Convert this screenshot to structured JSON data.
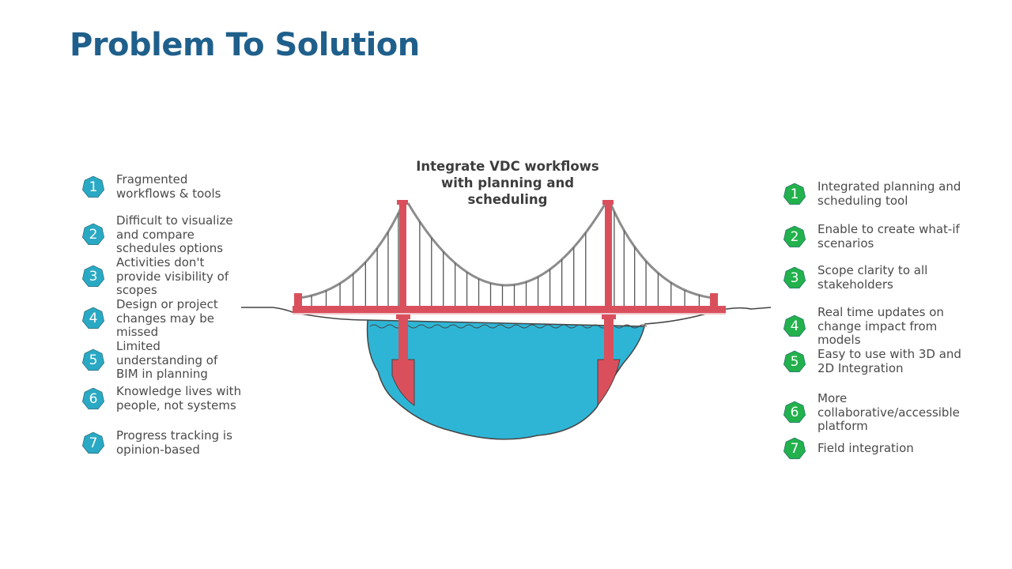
{
  "title": "Problem To Solution",
  "center_caption": [
    "Integrate VDC workflows",
    "with planning and",
    "scheduling"
  ],
  "problems": [
    {
      "number": "1",
      "text": "Fragmented workflows & tools"
    },
    {
      "number": "2",
      "text": "Difficult to visualize and compare schedules options"
    },
    {
      "number": "3",
      "text": "Activities don't provide visibility of scopes"
    },
    {
      "number": "4",
      "text": "Design or project changes may be missed"
    },
    {
      "number": "5",
      "text": "Limited understanding of BIM in planning"
    },
    {
      "number": "6",
      "text": "Knowledge lives with people, not systems"
    },
    {
      "number": "7",
      "text": "Progress tracking is opinion-based"
    }
  ],
  "solutions": [
    {
      "number": "1",
      "text": "Integrated planning and scheduling tool"
    },
    {
      "number": "2",
      "text": "Enable to create what-if scenarios"
    },
    {
      "number": "3",
      "text": "Scope clarity to all stakeholders"
    },
    {
      "number": "4",
      "text": "Real time updates on change impact from models"
    },
    {
      "number": "5",
      "text": "Easy to use with 3D and 2D Integration"
    },
    {
      "number": "6",
      "text": "More collaborative/accessible platform"
    },
    {
      "number": "7",
      "text": "Field integration"
    }
  ],
  "colors": {
    "title": "#1f5f8b",
    "problem_badge": "#29a9c4",
    "solution_badge": "#22b14c",
    "bridge_red": "#d9505c",
    "water": "#2eb5d6",
    "cable": "#8c8c8c"
  }
}
